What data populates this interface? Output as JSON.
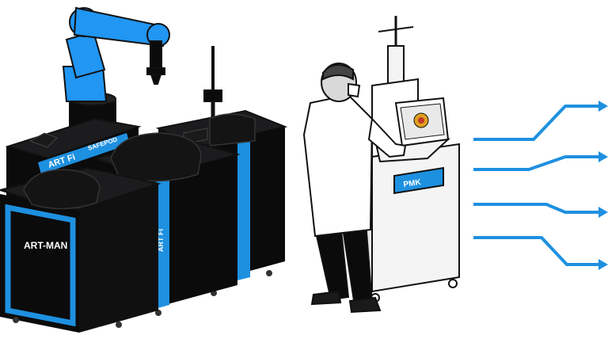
{
  "labels": {
    "art_man": "ART-MAN",
    "art_fi": "ART Fi",
    "art_fi_side": "ART Fi",
    "safepod": "SAFEPOD",
    "pmk": "PMK"
  },
  "colors": {
    "machine": "#0b0b0c",
    "accent_blue": "#1e90e0",
    "robot_blue": "#2196f3",
    "outline": "#111111",
    "coat": "#ffffff",
    "cart": "#f4f4f4"
  },
  "arrows": [
    {
      "name": "output-arrow-1"
    },
    {
      "name": "output-arrow-2"
    },
    {
      "name": "output-arrow-3"
    },
    {
      "name": "output-arrow-4"
    }
  ]
}
